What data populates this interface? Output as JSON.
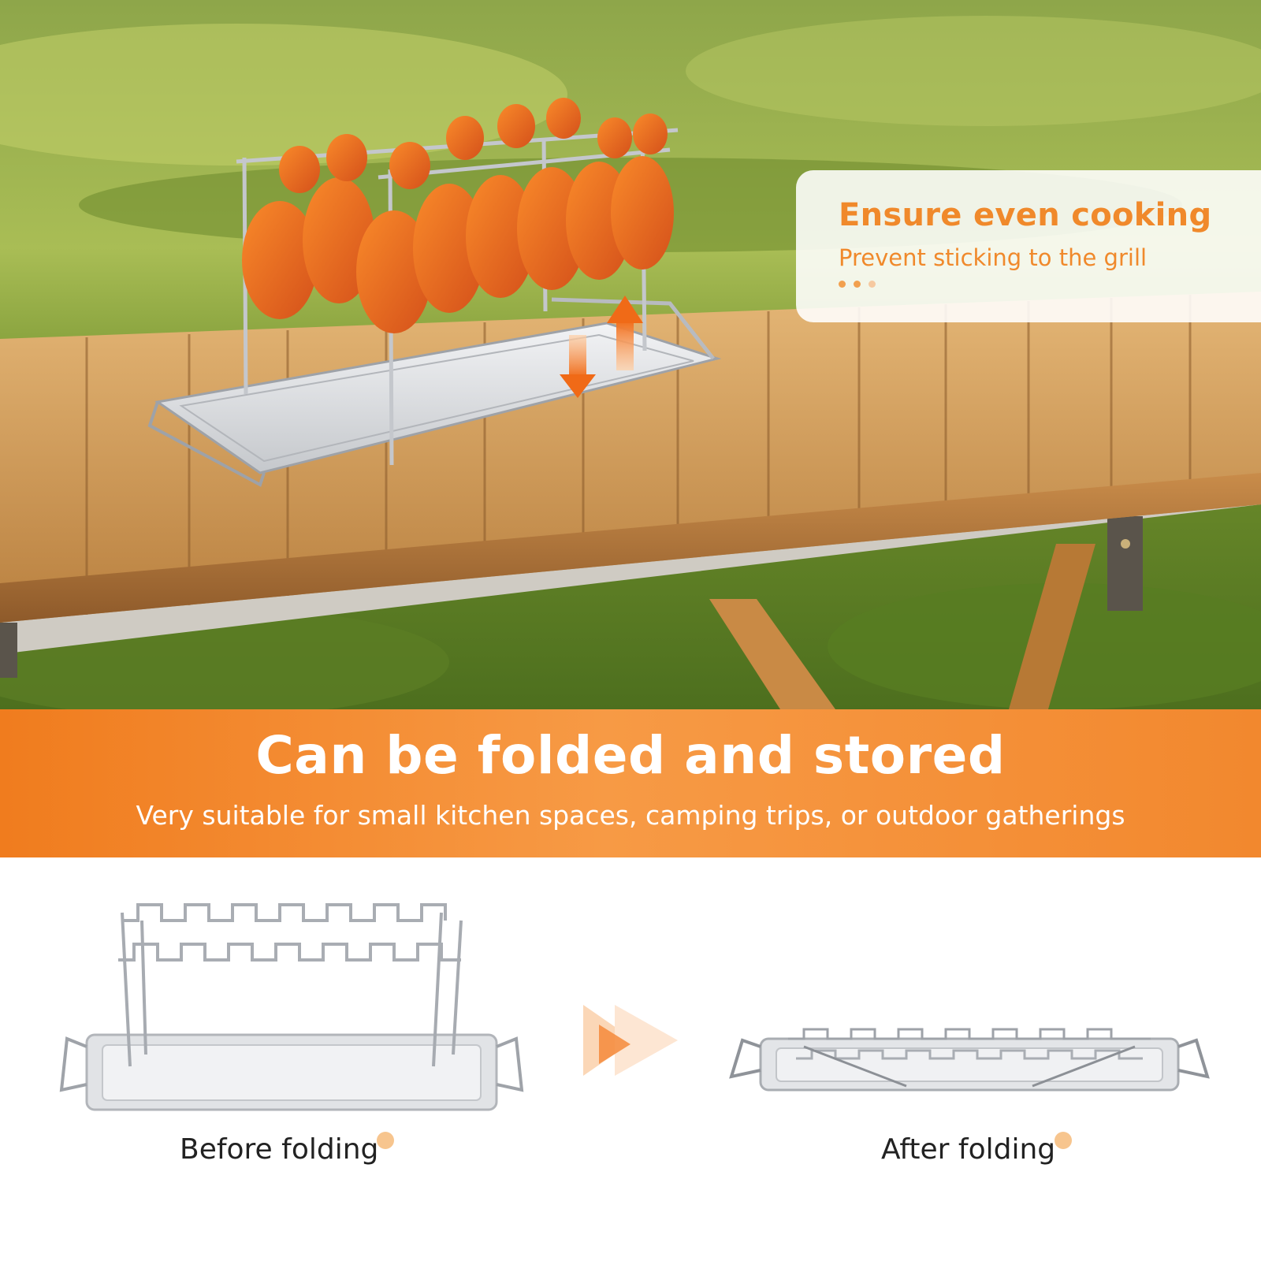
{
  "callout": {
    "title": "Ensure even cooking",
    "subtitle": "Prevent sticking to the grill"
  },
  "banner": {
    "title": "Can be folded and stored",
    "subtitle": "Very suitable for small kitchen spaces, camping trips, or outdoor gatherings"
  },
  "comparison": {
    "before_label": "Before folding",
    "after_label": "After folding",
    "arrow_icon": "double-play-arrow-icon"
  },
  "colors": {
    "accent_orange": "#f0892b",
    "banner_orange": "#f7913a",
    "wood": "#c98f4f",
    "steel": "#d7d9dc"
  }
}
